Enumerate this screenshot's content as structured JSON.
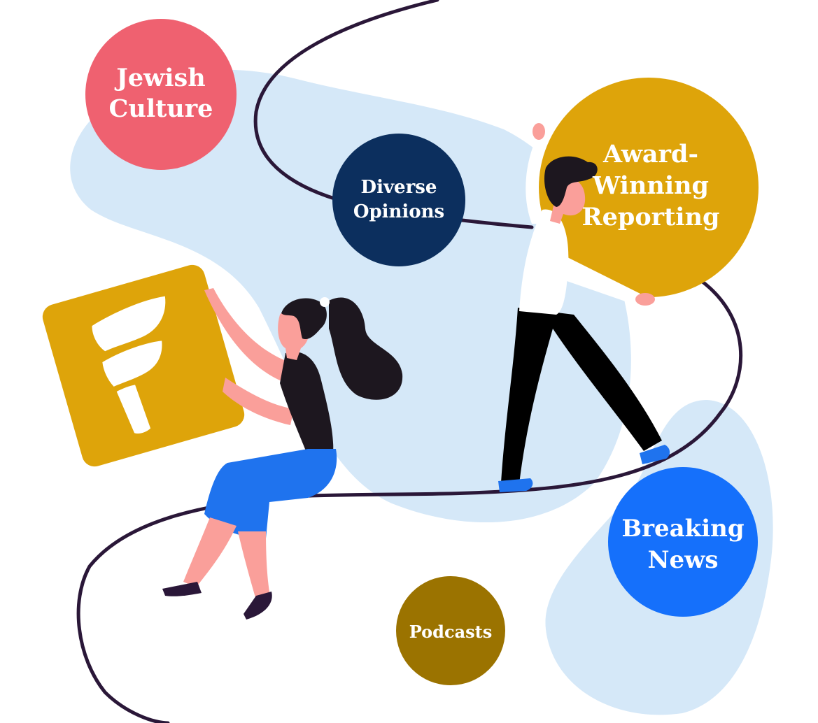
{
  "topics": {
    "jewish_culture": {
      "lines": [
        "Jewish",
        "Culture"
      ]
    },
    "diverse_opinions": {
      "lines": [
        "Diverse",
        "Opinions"
      ]
    },
    "award_winning": {
      "lines": [
        "Award-",
        "Winning",
        "Reporting"
      ]
    },
    "breaking_news": {
      "lines": [
        "Breaking",
        "News"
      ]
    },
    "podcasts": {
      "lines": [
        "Podcasts"
      ]
    }
  },
  "colors": {
    "background": "#ffffff",
    "blob": "#d5e8f8",
    "path": "#2a1738",
    "jewish_culture": "#ef6170",
    "diverse_opinions": "#0c2f5e",
    "award_winning": "#dea40a",
    "breaking_news": "#1570fb",
    "podcasts": "#9b7300",
    "logo_tile": "#dea40a",
    "skin": "#fa9f9a",
    "hair": "#1d171f",
    "skirt": "#1f73ee",
    "pants": "#000000",
    "shoes": "#1f73ee",
    "woman_shoes": "#2a1738"
  },
  "icons": [
    "forward-f-logo-icon"
  ]
}
